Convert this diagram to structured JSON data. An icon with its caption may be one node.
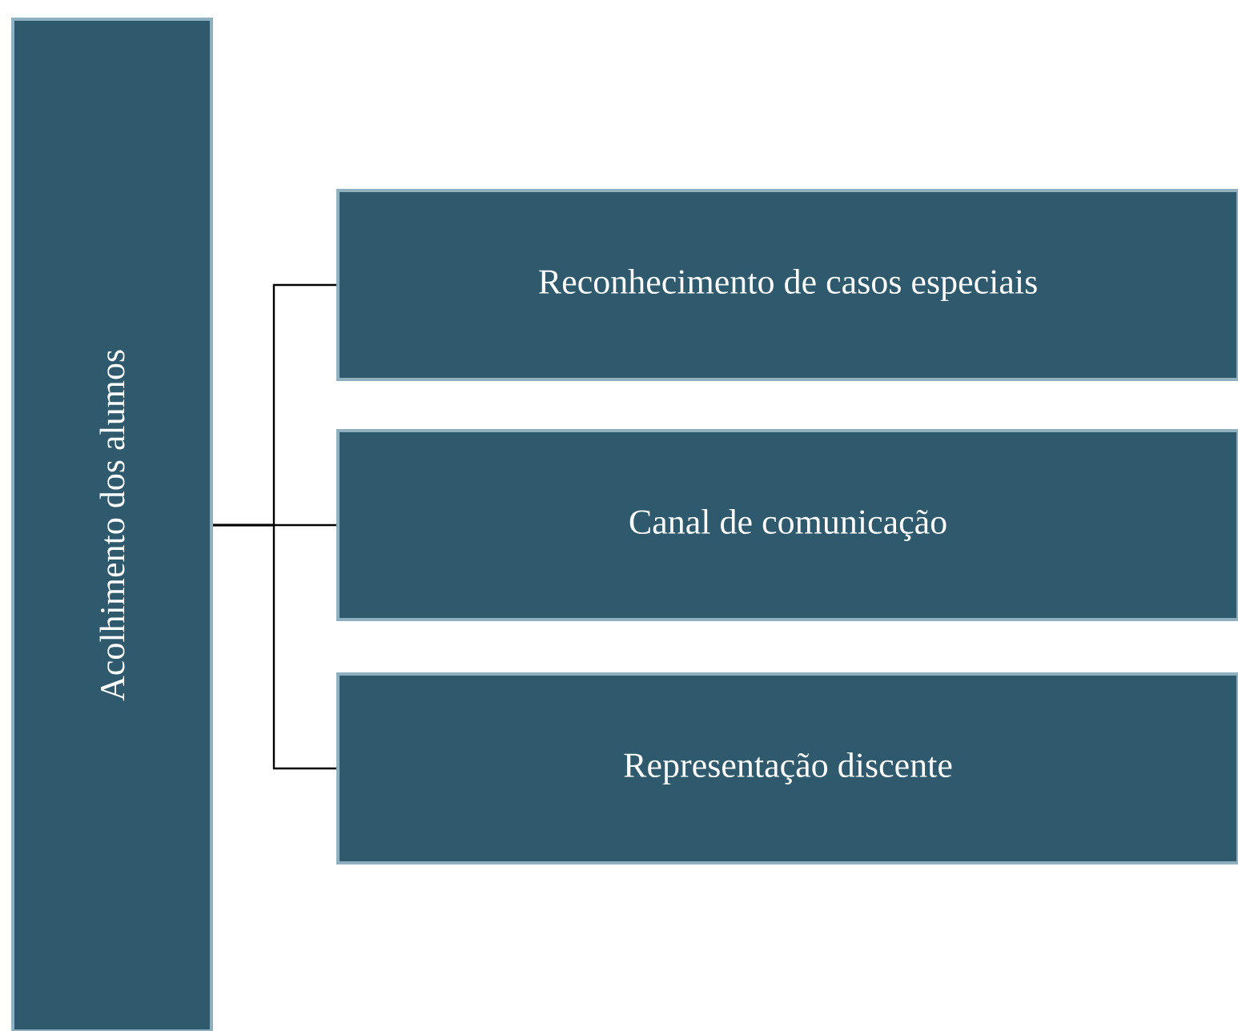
{
  "diagram": {
    "nodes": [
      {
        "text": [
          "Acolhimento dos alumos"
        ]
      },
      {
        "text": [
          "Reconhecimento de casos especiais"
        ]
      },
      {
        "text": [
          "Canal de comunicação"
        ]
      },
      {
        "text": [
          "Representação discente"
        ]
      }
    ],
    "edges": [
      {
        "from": 0,
        "to": 1,
        "arrow": "none"
      },
      {
        "from": 0,
        "to": 2,
        "arrow": "none"
      },
      {
        "from": 0,
        "to": 3,
        "arrow": "none"
      }
    ]
  }
}
